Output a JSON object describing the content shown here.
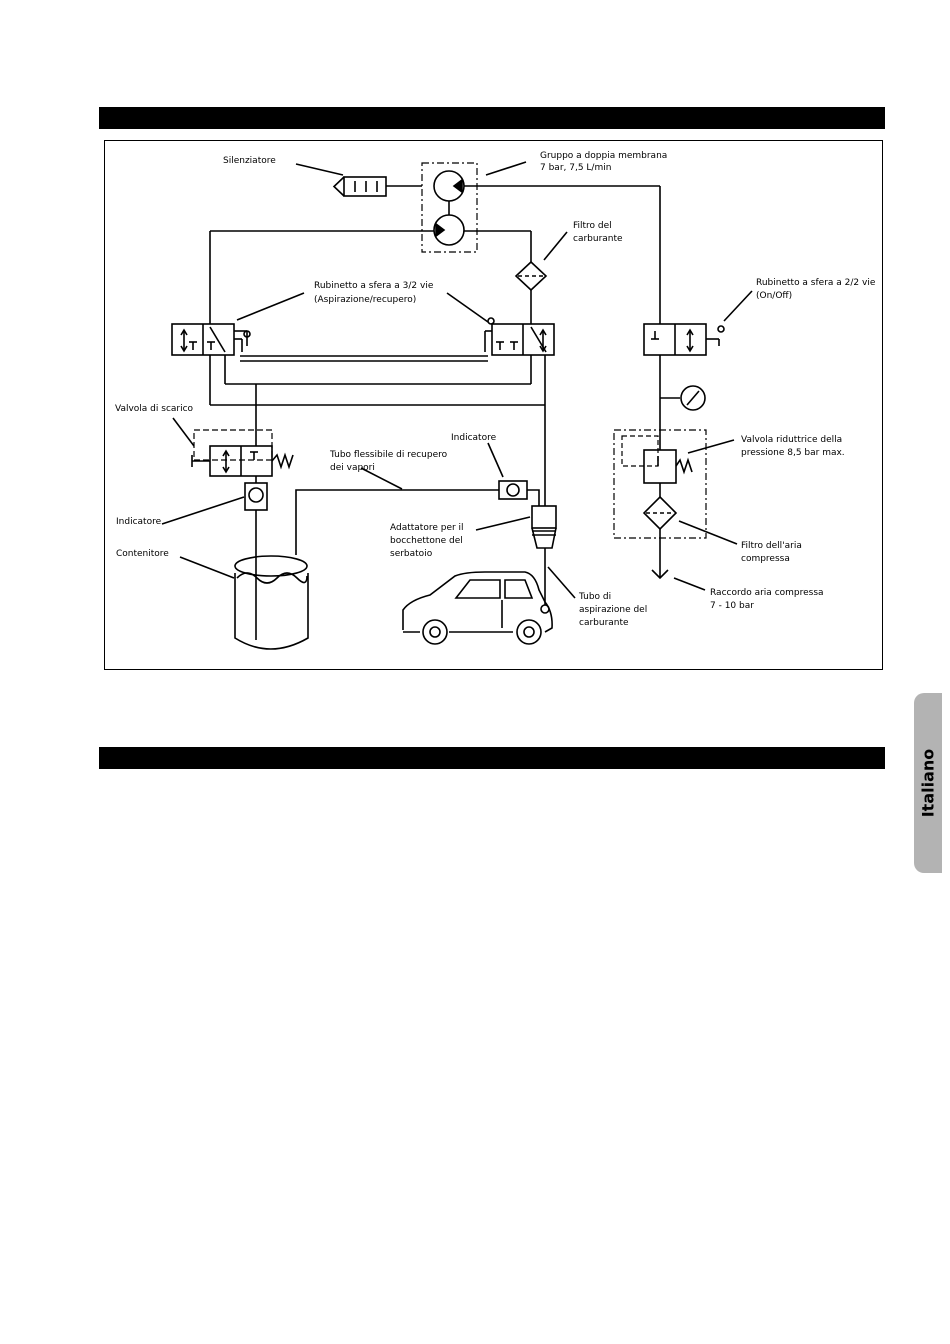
{
  "labels": {
    "silenziatore": "Silenziatore",
    "gruppo_1": "Gruppo a doppia membrana",
    "gruppo_2": "7 bar, 7,5 L/min",
    "filtro_carb_1": "Filtro del",
    "filtro_carb_2": "carburante",
    "rubinetto32_1": "Rubinetto a sfera a 3/2 vie",
    "rubinetto32_2": "(Aspirazione/recupero)",
    "rubinetto22_1": "Rubinetto a sfera a 2/2 vie",
    "rubinetto22_2": "(On/Off)",
    "valvola_scarico": "Valvola di scarico",
    "indicatore_top": "Indicatore",
    "tubo_flex_1": "Tubo flessibile di recupero",
    "tubo_flex_2": "dei vapori",
    "valvola_rid_1": "Valvola riduttrice della",
    "valvola_rid_2": "pressione 8,5 bar max.",
    "indicatore_left": "Indicatore",
    "adattatore_1": "Adattatore per il",
    "adattatore_2": "bocchettone del",
    "adattatore_3": "serbatoio",
    "filtro_aria_1": "Filtro dell'aria",
    "filtro_aria_2": "compressa",
    "contenitore": "Contenitore",
    "raccordo_1": "Raccordo aria compressa",
    "raccordo_2": "7 - 10 bar",
    "tubo_asp_1": "Tubo di",
    "tubo_asp_2": "aspirazione del",
    "tubo_asp_3": "carburante"
  },
  "language_tab": "Italiano"
}
